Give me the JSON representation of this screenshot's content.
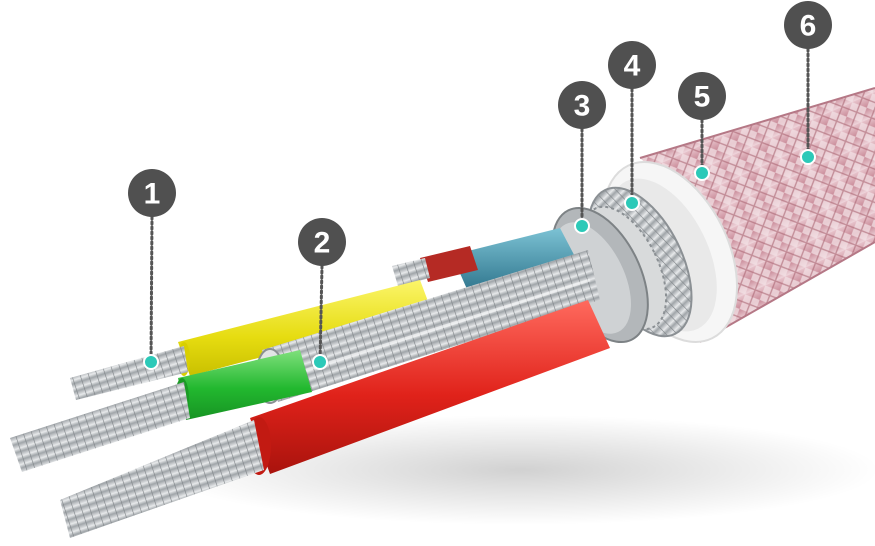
{
  "colors": {
    "badge": "#505050",
    "marker": "#2cc9b8",
    "leader": "#555555",
    "jacket_pink": "#c98a98",
    "jacket_weave_light": "#f1dde1",
    "sheath_white": "#fafafa",
    "wire_yellow": "#f3ec1c",
    "wire_green": "#2fc43a",
    "wire_red": "#e8271c",
    "wire_blue": "#3b8fa8",
    "copper_silver": "#bfc3c6"
  },
  "callouts": [
    {
      "label": "1",
      "icon": "number-badge"
    },
    {
      "label": "2",
      "icon": "number-badge"
    },
    {
      "label": "3",
      "icon": "number-badge"
    },
    {
      "label": "4",
      "icon": "number-badge"
    },
    {
      "label": "5",
      "icon": "number-badge"
    },
    {
      "label": "6",
      "icon": "number-badge"
    }
  ]
}
